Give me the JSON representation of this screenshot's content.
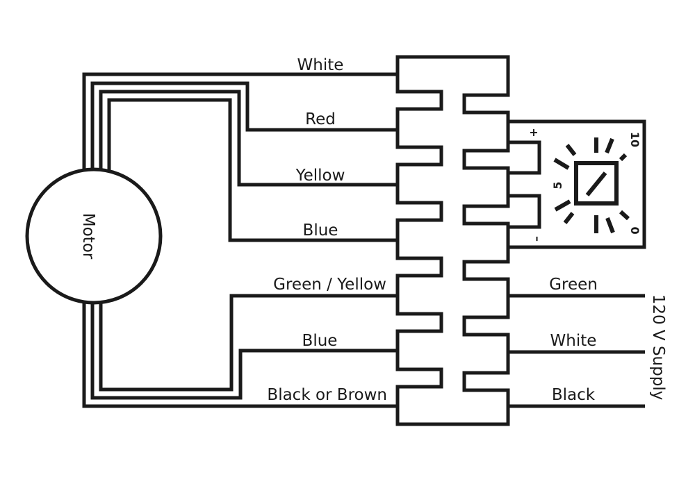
{
  "diagram": {
    "type": "wiring-diagram",
    "motor": {
      "label": "Motor"
    },
    "terminal_block": {
      "terminals": 7
    },
    "motor_wires": [
      {
        "label": "White"
      },
      {
        "label": "Red"
      },
      {
        "label": "Yellow"
      },
      {
        "label": "Blue"
      },
      {
        "label": "Green / Yellow"
      },
      {
        "label": "Blue"
      },
      {
        "label": "Black or Brown"
      }
    ],
    "supply_wires": [
      {
        "label": "Green"
      },
      {
        "label": "White"
      },
      {
        "label": "Black"
      }
    ],
    "supply": {
      "label": "120 V Supply"
    },
    "speed_selector": {
      "plus_label": "+",
      "minus_label": "–",
      "scale_labels": {
        "min": "0",
        "mid": "5",
        "max": "10"
      }
    }
  }
}
